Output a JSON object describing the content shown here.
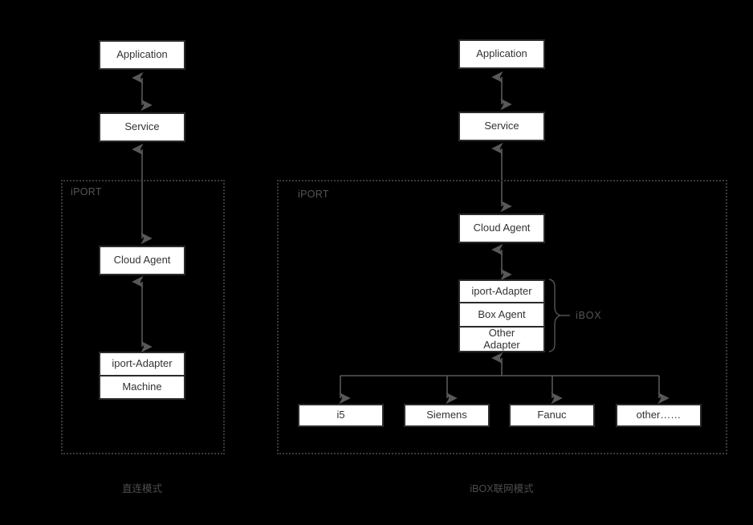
{
  "diagram": {
    "background_color": "#000000",
    "node_fill": "#ffffff",
    "node_border_color": "#2b2b2b",
    "arrow_color": "#585858",
    "group_border_color": "#3a3a3a",
    "label_color": "#555555"
  },
  "columns": [
    {
      "id": "direct",
      "caption": "直连模式",
      "group_label": "iPORT",
      "nodes": [
        {
          "id": "application",
          "label": "Application"
        },
        {
          "id": "service",
          "label": "Service"
        },
        {
          "id": "cloud-agent",
          "label": "Cloud Agent"
        },
        {
          "id": "iport-adapter",
          "label": "iport-Adapter"
        },
        {
          "id": "machine",
          "label": "Machine"
        }
      ],
      "connections": [
        {
          "from": "application",
          "to": "service",
          "type": "bidirectional"
        },
        {
          "from": "service",
          "to": "cloud-agent",
          "type": "bidirectional"
        },
        {
          "from": "cloud-agent",
          "to": "iport-adapter",
          "type": "bidirectional"
        }
      ]
    },
    {
      "id": "ibox",
      "caption": "iBOX联网模式",
      "group_label": "iPORT",
      "brace_label": "iBOX",
      "nodes": [
        {
          "id": "application",
          "label": "Application"
        },
        {
          "id": "service",
          "label": "Service"
        },
        {
          "id": "cloud-agent",
          "label": "Cloud Agent"
        },
        {
          "id": "iport-adapter",
          "label": "iport-Adapter"
        },
        {
          "id": "box-agent",
          "label": "Box Agent"
        },
        {
          "id": "other-adapter",
          "label": "Other\nAdapter"
        }
      ],
      "machines": [
        {
          "id": "i5",
          "label": "i5"
        },
        {
          "id": "siemens",
          "label": "Siemens"
        },
        {
          "id": "fanuc",
          "label": "Fanuc"
        },
        {
          "id": "other",
          "label": "other……"
        }
      ],
      "connections": [
        {
          "from": "application",
          "to": "service",
          "type": "bidirectional"
        },
        {
          "from": "service",
          "to": "cloud-agent",
          "type": "bidirectional"
        },
        {
          "from": "cloud-agent",
          "to": "iport-adapter",
          "type": "bidirectional"
        },
        {
          "from": "ibox-stack",
          "to": "machine-bus",
          "type": "tree"
        }
      ]
    }
  ]
}
